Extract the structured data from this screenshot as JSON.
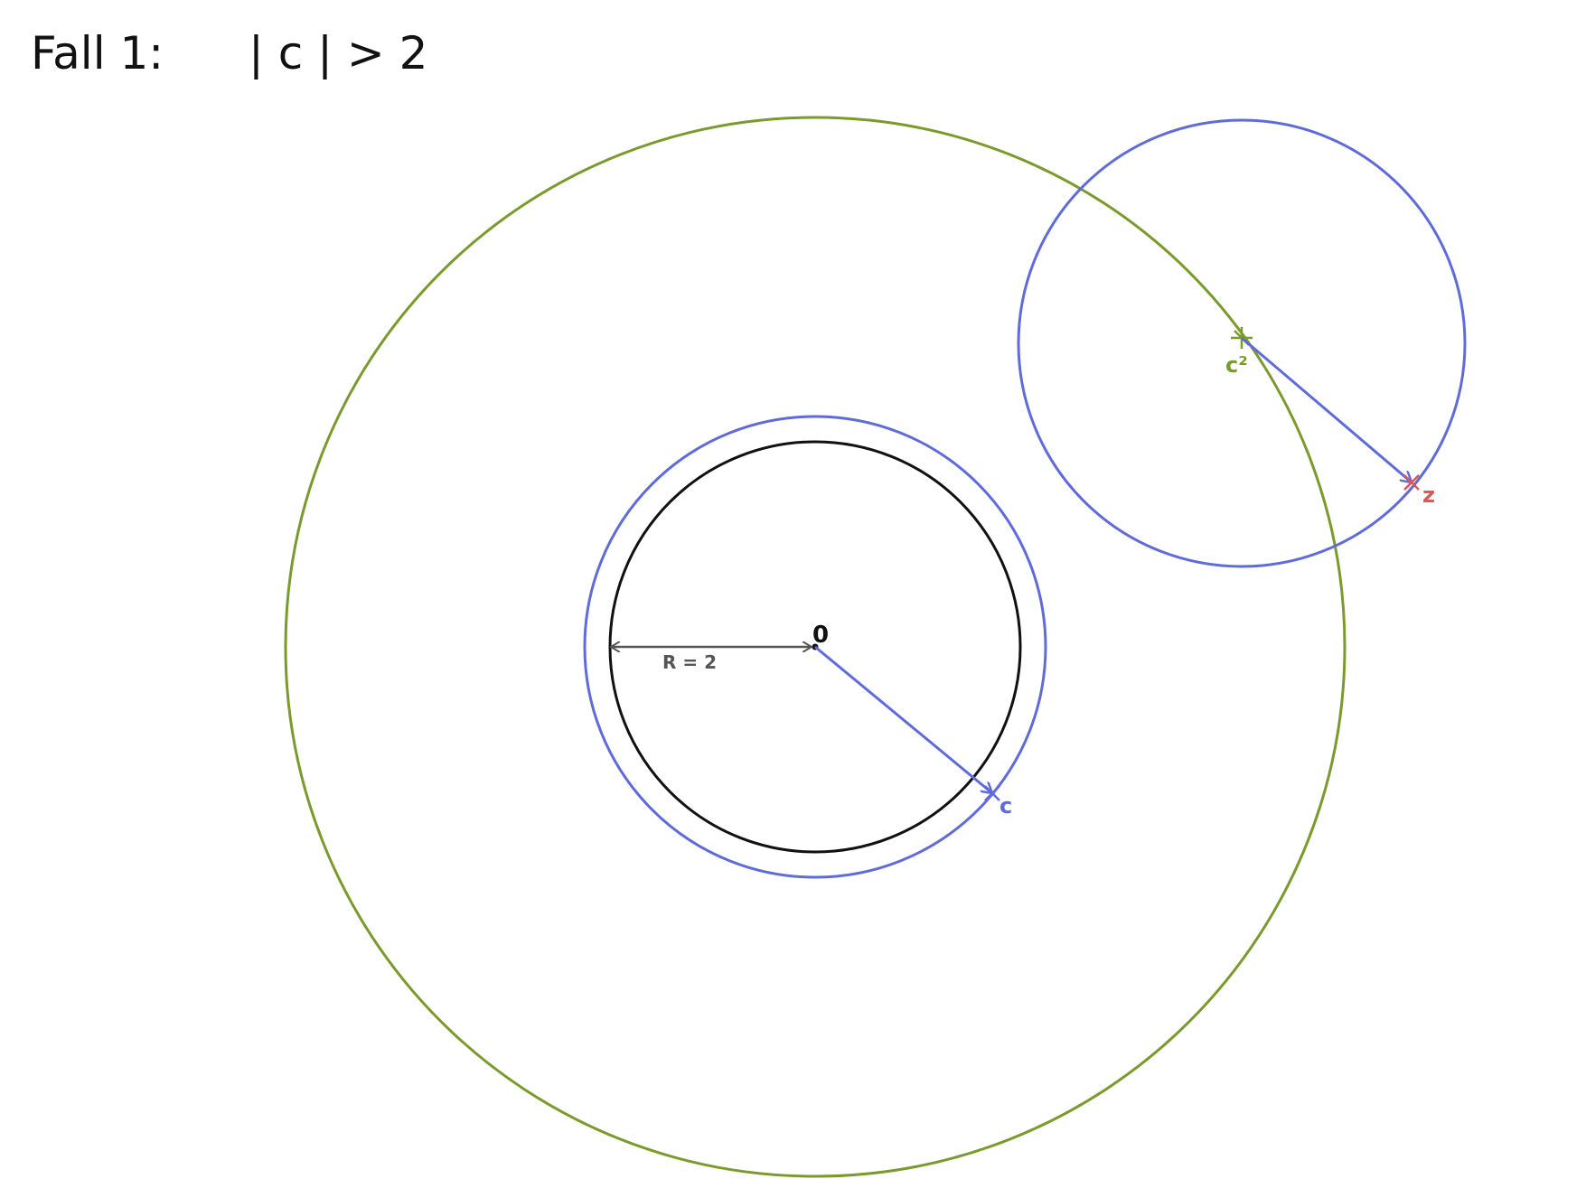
{
  "header": {
    "case_label": "Fall 1:",
    "condition": "| c | > 2"
  },
  "labels": {
    "origin": "0",
    "radius": "R = 2",
    "c": "c",
    "c_squared": "c²",
    "z": "z"
  },
  "colors": {
    "green": "#7a9a2c",
    "blue": "#5f6bd9",
    "black": "#111111",
    "gray": "#555555",
    "red": "#e05555"
  }
}
